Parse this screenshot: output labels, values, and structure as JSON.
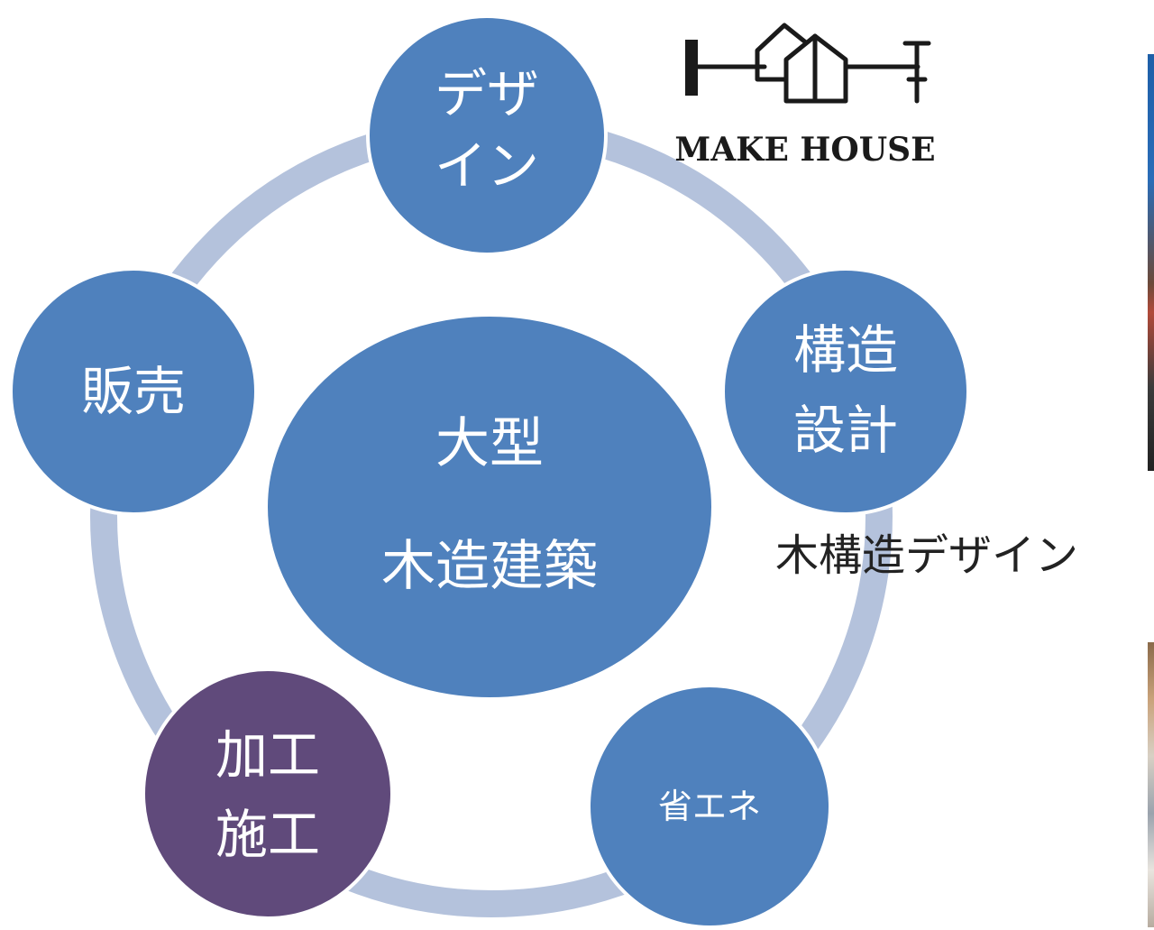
{
  "colors": {
    "node_blue": "#4f81bd",
    "node_purple": "#604a7b",
    "ring": "#b4c2dc",
    "node_border": "#ffffff",
    "logo": "#1a1a1a",
    "tagline": "#222222"
  },
  "center": {
    "line1": "大型",
    "line2": "木造建築"
  },
  "nodes": [
    {
      "id": "design",
      "line1": "デザ",
      "line2": "イン",
      "color": "#4f81bd"
    },
    {
      "id": "structure",
      "line1": "構造",
      "line2": "設計",
      "color": "#4f81bd"
    },
    {
      "id": "energy",
      "line1": "省エネ",
      "line2": "",
      "color": "#4f81bd"
    },
    {
      "id": "fabrication",
      "line1": "加工",
      "line2": "施工",
      "color": "#604a7b"
    },
    {
      "id": "sales",
      "line1": "販売",
      "line2": "",
      "color": "#4f81bd"
    }
  ],
  "logo": {
    "text": "MAKE HOUSE",
    "icon": "house-with-bolts-icon"
  },
  "tagline": "木構造デザイン"
}
